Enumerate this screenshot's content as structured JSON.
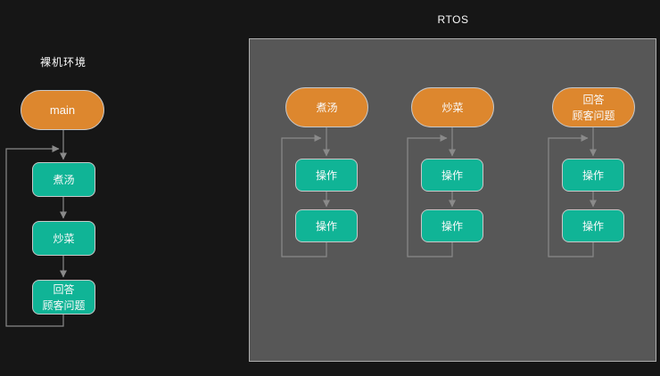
{
  "left_flow": {
    "title": "裸机环境",
    "start_label": "main",
    "steps": [
      {
        "lines": [
          "煮汤"
        ]
      },
      {
        "lines": [
          "炒菜"
        ]
      },
      {
        "lines": [
          "回答",
          "顾客问题"
        ]
      }
    ]
  },
  "rtos_panel": {
    "title": "RTOS",
    "tasks": [
      {
        "name_lines": [
          "煮汤"
        ],
        "ops": [
          "操作",
          "操作"
        ]
      },
      {
        "name_lines": [
          "炒菜"
        ],
        "ops": [
          "操作",
          "操作"
        ]
      },
      {
        "name_lines": [
          "回答",
          "顾客问题"
        ],
        "ops": [
          "操作",
          "操作"
        ]
      }
    ]
  },
  "colors": {
    "background": "#161616",
    "panel_fill": "#575757",
    "panel_border": "#adadad",
    "task_fill": "#dd872e",
    "op_fill": "#10b496",
    "node_border": "#c8c8c8",
    "arrow": "#8a8a8a",
    "text": "#fafafa"
  }
}
